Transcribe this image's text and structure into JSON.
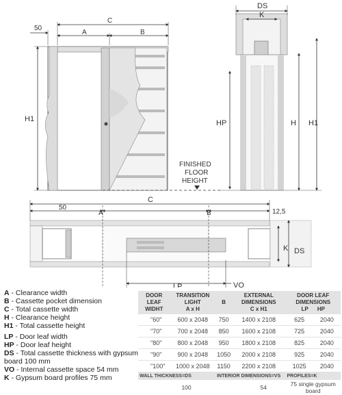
{
  "drawing": {
    "dim_50_top": "50",
    "dim_A_top": "A",
    "dim_B_top": "B",
    "dim_C_top": "C",
    "dim_H1_left": "H1",
    "dim_DS_top": "DS",
    "dim_K_top": "K",
    "dim_HP": "HP",
    "dim_H": "H",
    "dim_H1_right": "H1",
    "floor_label": [
      "FINISHED",
      "FLOOR",
      "HEIGHT"
    ],
    "dim_C_plan": "C",
    "dim_50_plan": "50",
    "dim_A_plan": "A",
    "dim_B_plan": "B",
    "dim_12_5": "12,5",
    "dim_K_plan": "K",
    "dim_DS_plan": "DS",
    "dim_LP": "LP",
    "dim_VO": "VO"
  },
  "legend_top": [
    {
      "key": "A",
      "text": " - Clearance width"
    },
    {
      "key": "B",
      "text": " - Cassette pocket dimension"
    },
    {
      "key": "C",
      "text": " - Total cassette width"
    },
    {
      "key": "H",
      "text": " - Clearance height"
    },
    {
      "key": "H1",
      "text": " - Total cassette height"
    }
  ],
  "legend_bottom": [
    {
      "key": "LP",
      "text": " - Door leaf width"
    },
    {
      "key": "HP",
      "text": " - Door leaf height"
    },
    {
      "key": "DS",
      "text": " - Total cassette thickness with gypsum board 100 mm"
    },
    {
      "key": "VO",
      "text": " - Internal cassette space 54 mm"
    },
    {
      "key": "K",
      "text": " - Gypsum board profiles 75 mm"
    }
  ],
  "table": {
    "head": {
      "door_leaf": "DOOR LEAF",
      "width": "WIDHT",
      "transition": "TRANSITION LIGHT",
      "axh": "A x H",
      "b": "B",
      "external": "EXTERNAL DIMENSIONS",
      "cxh1": "C x H1",
      "door_leaf_dim": "DOOR LEAF DIMENSIONS",
      "lp": "LP",
      "hp": "HP"
    },
    "rows": [
      {
        "w": "\"60\"",
        "axh": "600 x 2048",
        "b": "750",
        "cxh1": "1400 x 2108",
        "lp": "625",
        "hp": "2040"
      },
      {
        "w": "\"70\"",
        "axh": "700 x 2048",
        "b": "850",
        "cxh1": "1600 x 2108",
        "lp": "725",
        "hp": "2040"
      },
      {
        "w": "\"80\"",
        "axh": "800 x 2048",
        "b": "950",
        "cxh1": "1800 x 2108",
        "lp": "825",
        "hp": "2040"
      },
      {
        "w": "\"90\"",
        "axh": "900 x 2048",
        "b": "1050",
        "cxh1": "2000 x 2108",
        "lp": "925",
        "hp": "2040"
      },
      {
        "w": "\"100\"",
        "axh": "1000 x 2048",
        "b": "1150",
        "cxh1": "2200 x 2108",
        "lp": "1025",
        "hp": "2040"
      }
    ],
    "foot": {
      "wall": "WALL THICKNESS=DS",
      "interior": "INTERIOR DIMENSIONS=VS",
      "profiles": "PROFILES=K",
      "wall_v": "100",
      "interior_v": "54",
      "profiles_v": "75 single  gypsum board"
    }
  }
}
